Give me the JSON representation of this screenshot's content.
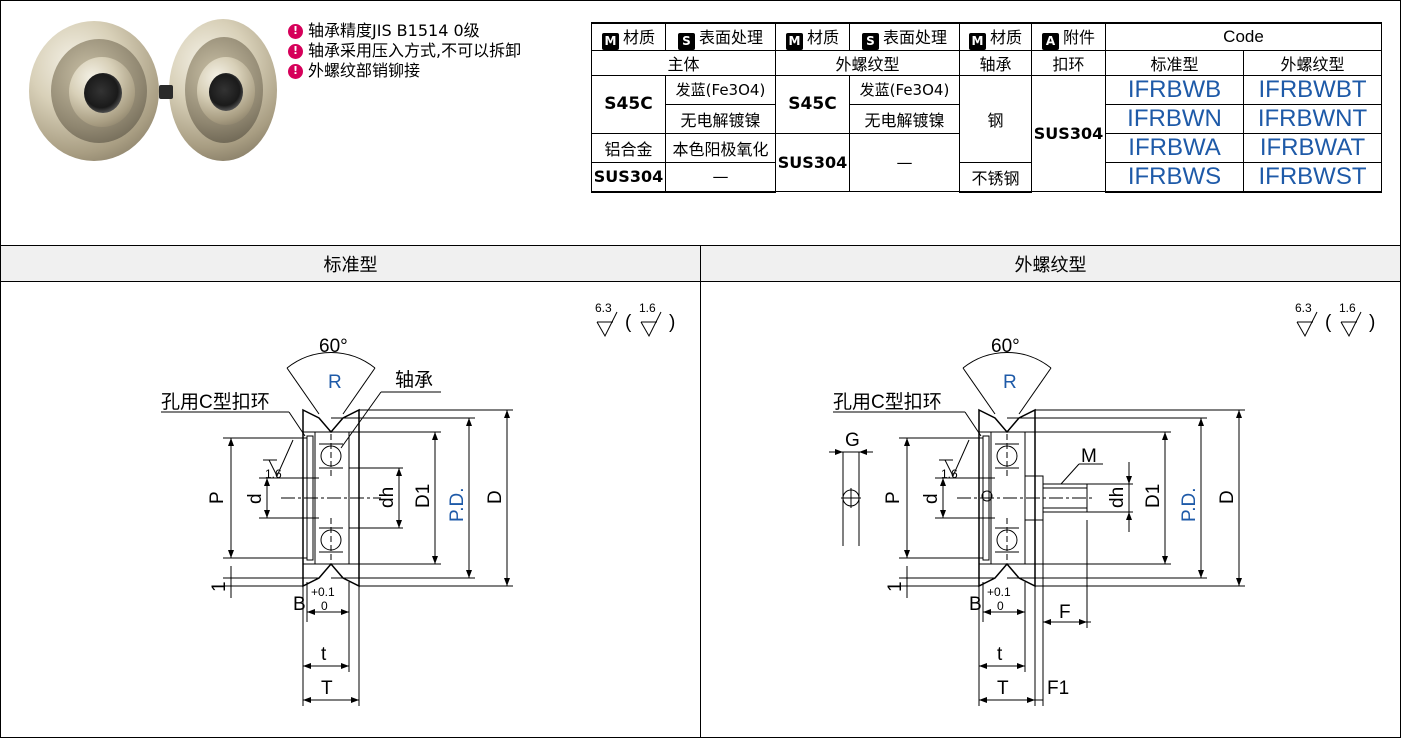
{
  "notes": [
    "轴承精度JIS  B1514  0级",
    "轴承采用压入方式,不可以拆卸",
    "外螺纹部销铆接"
  ],
  "note_icon_glyph": "!",
  "tags": {
    "M": "M",
    "S": "S",
    "A": "A"
  },
  "table": {
    "h_material": "材质",
    "h_surface": "表面处理",
    "h_accessory": "附件",
    "h_code": "Code",
    "g_body": "主体",
    "g_thread": "外螺纹型",
    "g_bearing": "轴承",
    "g_ring": "扣环",
    "g_standard": "标准型",
    "g_ext_thread": "外螺纹型",
    "s45c_1": "S45C",
    "s45c_2": "S45C",
    "blue_1": "发蓝(Fe3O4)",
    "blue_2": "发蓝(Fe3O4)",
    "nickel_1": "无电解镀镍",
    "nickel_2": "无电解镀镍",
    "alum": "铝合金",
    "anodize": "本色阳极氧化",
    "sus_1": "SUS304",
    "sus_2": "SUS304",
    "sus_3": "SUS304",
    "dash_1": "—",
    "dash_2": "—",
    "steel": "钢",
    "stainless": "不锈钢",
    "codes": [
      [
        "IFRBWB",
        "IFRBWBT"
      ],
      [
        "IFRBWN",
        "IFRBWNT"
      ],
      [
        "IFRBWA",
        "IFRBWAT"
      ],
      [
        "IFRBWS",
        "IFRBWST"
      ]
    ]
  },
  "panels": {
    "left_title": "标准型",
    "right_title": "外螺纹型"
  },
  "drawing": {
    "angle": "60°",
    "R": "R",
    "bearing": "轴承",
    "ring": "孔用C型扣环",
    "P": "P",
    "d": "d",
    "dh": "dh",
    "D1": "D1",
    "PD": "P.D.",
    "D": "D",
    "one": "1",
    "B": "B",
    "tol_plus": "+0.1",
    "tol_zero": "0",
    "t": "t",
    "T": "T",
    "rough_1": "1.6",
    "surf_a": "6.3",
    "surf_b": "1.6",
    "G": "G",
    "M": "M",
    "F": "F",
    "F1": "F1"
  },
  "colors": {
    "code_blue": "#1e5aa8",
    "note_red": "#d6005a",
    "header_bg": "#f0f0f0"
  }
}
